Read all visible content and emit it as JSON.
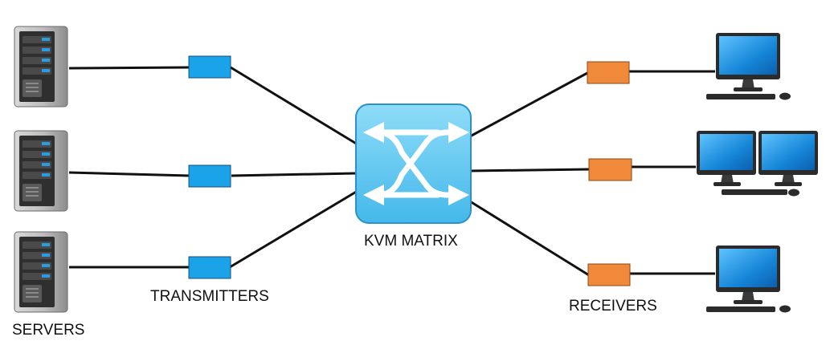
{
  "labels": {
    "servers": "SERVERS",
    "transmitters": "TRANSMITTERS",
    "matrix": "KVM MATRIX",
    "receivers": "RECEIVERS"
  },
  "nodes": {
    "servers": [
      "server-icon",
      "server-icon",
      "server-icon"
    ],
    "transmitters": [
      "transmitter-box",
      "transmitter-box",
      "transmitter-box"
    ],
    "receivers": [
      "receiver-box",
      "receiver-box",
      "receiver-box"
    ],
    "workstations": [
      "single-monitor-computer-icon",
      "dual-monitor-computer-icon",
      "single-monitor-computer-icon"
    ]
  },
  "colors": {
    "transmitter": "#1aa3e8",
    "receiver": "#f08a3a",
    "matrix": "#5ec8f0",
    "line": "#111111",
    "server_body": "#3a3a3a",
    "server_led": "#2a9de0",
    "screen": "#1e90e0"
  }
}
